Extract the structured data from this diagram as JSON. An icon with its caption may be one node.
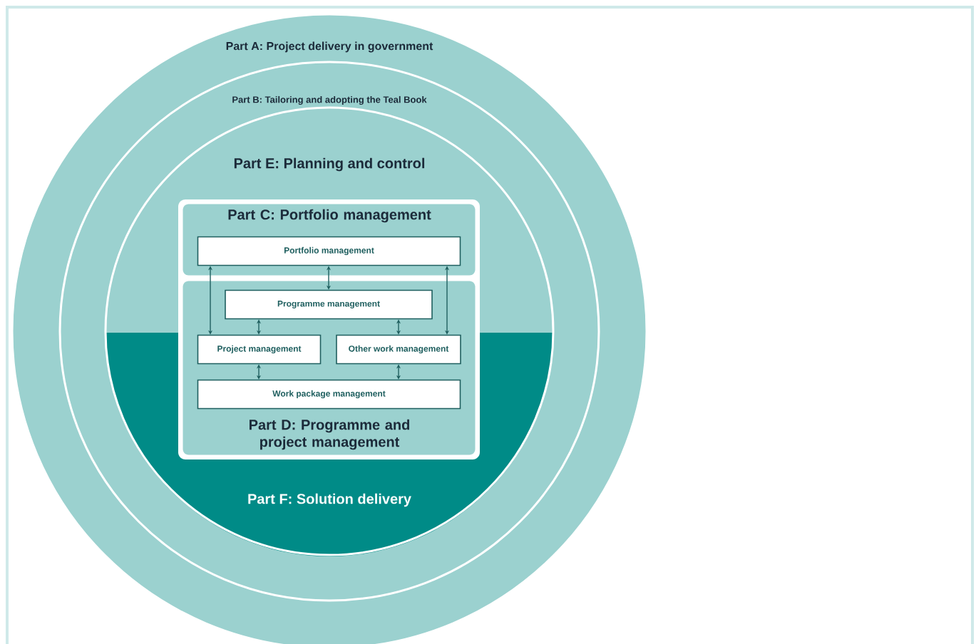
{
  "diagram": {
    "nodes": [
      {
        "text": [
          "Part A: Project delivery in government"
        ]
      },
      {
        "text": [
          "Part B: Tailoring and adopting the Teal Book"
        ],
        "in": 0
      },
      {
        "text": [
          "Part E: Planning and control"
        ],
        "in": 1
      },
      {
        "text": [
          "Part F: Solution delivery"
        ],
        "in": 1
      },
      {
        "text": [
          "Part C: Portfolio management"
        ],
        "in": 1
      },
      {
        "text": [
          "Portfolio management"
        ],
        "in": 4
      },
      {
        "text": [
          "Part D: Programme and project management"
        ],
        "in": 1
      },
      {
        "text": [
          "Programme management"
        ],
        "in": 6
      },
      {
        "text": [
          "Project management"
        ],
        "in": 6
      },
      {
        "text": [
          "Other work management"
        ],
        "in": 6
      },
      {
        "text": [
          "Work package management"
        ],
        "in": 6
      }
    ],
    "edges": [
      {
        "from": 5,
        "to": 8,
        "arrow": "both"
      },
      {
        "from": 5,
        "to": 7,
        "arrow": "both"
      },
      {
        "from": 5,
        "to": 9,
        "arrow": "both"
      },
      {
        "from": 7,
        "to": 8,
        "arrow": "both"
      },
      {
        "from": 7,
        "to": 9,
        "arrow": "both"
      },
      {
        "from": 8,
        "to": 10,
        "arrow": "both"
      },
      {
        "from": 9,
        "to": 10,
        "arrow": "both"
      }
    ]
  }
}
